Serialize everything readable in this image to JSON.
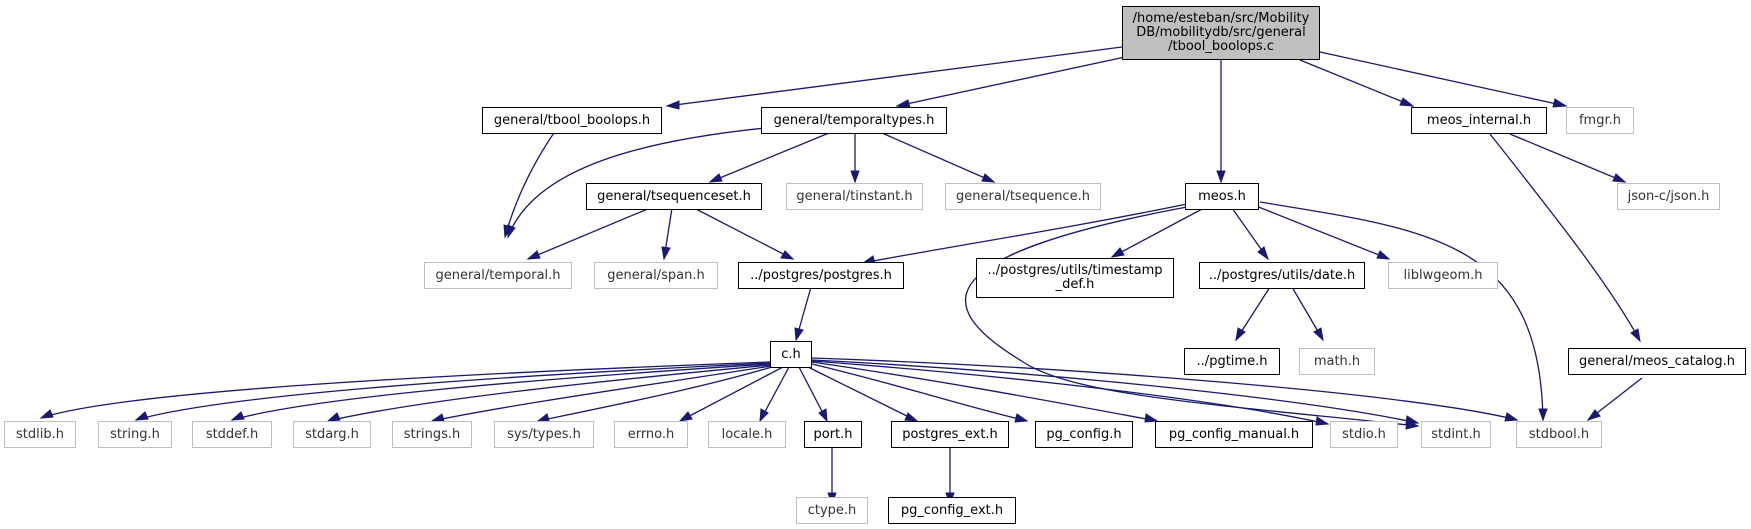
{
  "nodes": {
    "root_line1": "/home/esteban/src/Mobility",
    "root_line2": "DB/mobilitydb/src/general",
    "root_line3": "/tbool_boolops.c",
    "tbool_boolops_h": "general/tbool_boolops.h",
    "temporaltypes_h": "general/temporaltypes.h",
    "meos_h": "meos.h",
    "meos_internal_h": "meos_internal.h",
    "fmgr_h": "fmgr.h",
    "tsequenceset_h": "general/tsequenceset.h",
    "tinstant_h": "general/tinstant.h",
    "tsequence_h": "general/tsequence.h",
    "json_h": "json-c/json.h",
    "temporal_h": "general/temporal.h",
    "span_h": "general/span.h",
    "postgres_h": "../postgres/postgres.h",
    "timestamp_def_line1": "../postgres/utils/timestamp",
    "timestamp_def_line2": "_def.h",
    "date_h": "../postgres/utils/date.h",
    "liblwgeom_h": "liblwgeom.h",
    "c_h": "c.h",
    "pgtime_h": "../pgtime.h",
    "math_h": "math.h",
    "meos_catalog_h": "general/meos_catalog.h",
    "stdlib_h": "stdlib.h",
    "string_h": "string.h",
    "stddef_h": "stddef.h",
    "stdarg_h": "stdarg.h",
    "strings_h": "strings.h",
    "systypes_h": "sys/types.h",
    "errno_h": "errno.h",
    "locale_h": "locale.h",
    "port_h": "port.h",
    "postgres_ext_h": "postgres_ext.h",
    "pg_config_h": "pg_config.h",
    "pg_config_manual_h": "pg_config_manual.h",
    "stdio_h": "stdio.h",
    "stdint_h": "stdint.h",
    "stdbool_h": "stdbool.h",
    "ctype_h": "ctype.h",
    "pg_config_ext_h": "pg_config_ext.h"
  },
  "colors": {
    "edge": "#191970",
    "root_fill": "#bfbfbf",
    "external_border": "#bfbfbf",
    "internal_border": "#000000"
  }
}
